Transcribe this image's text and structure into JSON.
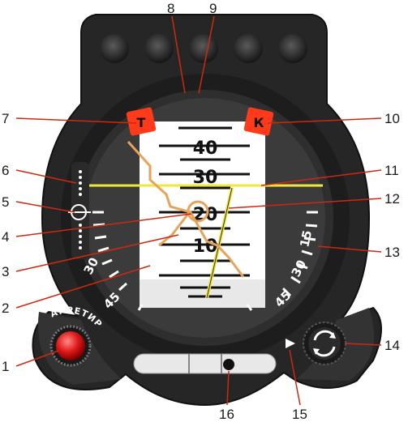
{
  "pitch_scale": {
    "labels": [
      "40",
      "30",
      "20",
      "10"
    ]
  },
  "bank_scale": {
    "left": [
      "30",
      "45"
    ],
    "right": [
      "15",
      "30",
      "45"
    ]
  },
  "flags": {
    "left": "Т",
    "right": "К"
  },
  "arrest_label": "АРРЕТИР",
  "callouts": [
    {
      "num": "1"
    },
    {
      "num": "2"
    },
    {
      "num": "3"
    },
    {
      "num": "4"
    },
    {
      "num": "5"
    },
    {
      "num": "6"
    },
    {
      "num": "7"
    },
    {
      "num": "8"
    },
    {
      "num": "9"
    },
    {
      "num": "10"
    },
    {
      "num": "11"
    },
    {
      "num": "12"
    },
    {
      "num": "13"
    },
    {
      "num": "14"
    },
    {
      "num": "15"
    },
    {
      "num": "16"
    }
  ],
  "colors": {
    "bezel": "#2b2b2b",
    "flag": "#ff3a1a",
    "callout_line": "#cc2a10",
    "horizon_line": "#f2e63a",
    "orange_trace": "#e8a35a",
    "knob_red": "#e01818"
  }
}
